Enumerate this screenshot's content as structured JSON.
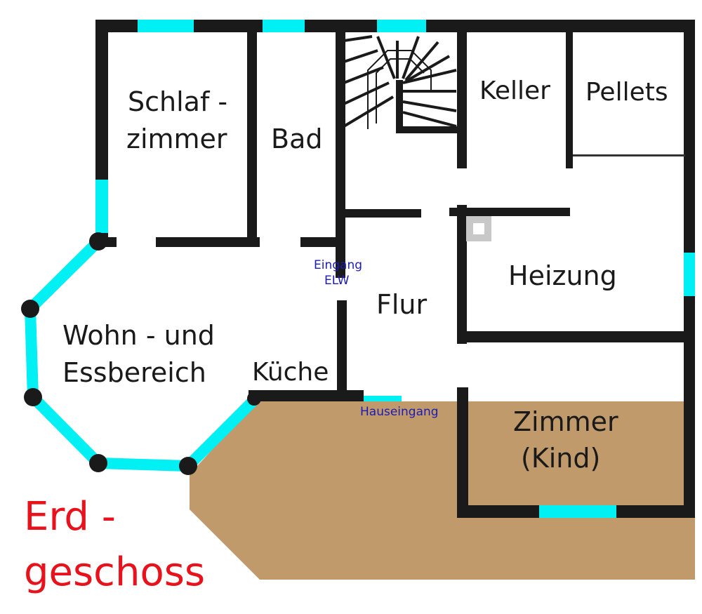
{
  "floor_title": [
    "Erd -",
    "geschoss"
  ],
  "rooms": {
    "schlafzimmer": [
      "Schlaf -",
      "zimmer"
    ],
    "bad": "Bad",
    "keller": "Keller",
    "pellets": "Pellets",
    "heizung": "Heizung",
    "flur": "Flur",
    "wohn": [
      "Wohn - und",
      "Essbereich"
    ],
    "kueche": "Küche",
    "zimmer_kind": [
      "Zimmer",
      "(Kind)"
    ]
  },
  "notes": {
    "eingang_elw": [
      "Eingang",
      "ELW"
    ],
    "hauseingang": "Hauseingang"
  },
  "colors": {
    "wall": "#1a1a1a",
    "window": "#00f0f4",
    "terrace": "#c19a6b",
    "title": "#e8121c",
    "note": "#1c1cb4"
  }
}
